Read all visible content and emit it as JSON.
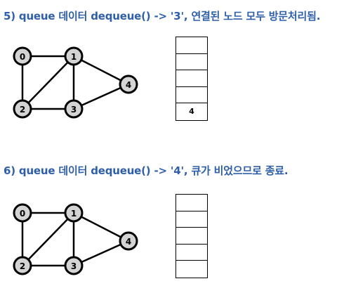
{
  "steps": [
    {
      "title": "5) queue 데이터 dequeue() -> '3', 연결된 노드 모두 방문처리됨.",
      "node_fill": "#d4d4d4",
      "nodes": [
        {
          "id": "0",
          "label": "0"
        },
        {
          "id": "1",
          "label": "1"
        },
        {
          "id": "2",
          "label": "2"
        },
        {
          "id": "3",
          "label": "3"
        },
        {
          "id": "4",
          "label": "4"
        }
      ],
      "edges": [
        [
          "0",
          "1"
        ],
        [
          "0",
          "2"
        ],
        [
          "1",
          "2"
        ],
        [
          "1",
          "3"
        ],
        [
          "1",
          "4"
        ],
        [
          "2",
          "3"
        ],
        [
          "3",
          "4"
        ]
      ],
      "queue": [
        "",
        "",
        "",
        "",
        "4"
      ]
    },
    {
      "title": "6) queue 데이터 dequeue() -> '4', 큐가 비었으므로 종료.",
      "node_fill": "#d4d4d4",
      "nodes": [
        {
          "id": "0",
          "label": "0"
        },
        {
          "id": "1",
          "label": "1"
        },
        {
          "id": "2",
          "label": "2"
        },
        {
          "id": "3",
          "label": "3"
        },
        {
          "id": "4",
          "label": "4"
        }
      ],
      "edges": [
        [
          "0",
          "1"
        ],
        [
          "0",
          "2"
        ],
        [
          "1",
          "2"
        ],
        [
          "1",
          "3"
        ],
        [
          "1",
          "4"
        ],
        [
          "2",
          "3"
        ],
        [
          "3",
          "4"
        ]
      ],
      "queue": [
        "",
        "",
        "",
        "",
        ""
      ]
    }
  ]
}
